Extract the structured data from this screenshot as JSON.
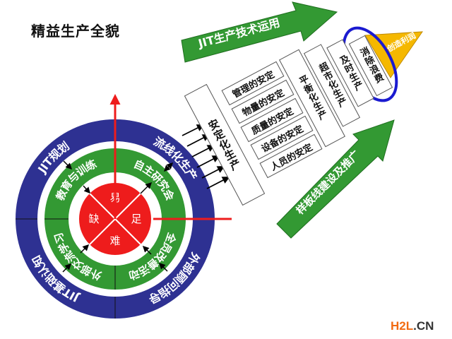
{
  "title": "精益生产全貌",
  "circle": {
    "outer_ring": [
      "JIT规划",
      "流线化生产",
      "外部顾问指导",
      "JIT基础认知"
    ],
    "inner_ring": [
      "教育与训练",
      "自主研究会",
      "全员改善活动",
      "外部交流学习"
    ],
    "core": {
      "top": "易",
      "right": "足",
      "bottom": "难",
      "left": "缺"
    }
  },
  "arrows": {
    "top": "JIT生产技术运用",
    "bottom": "样板线建设及推广"
  },
  "stages": {
    "stabilization": "安定化生产",
    "stabilization_items": [
      "管理的安定",
      "物量的安定",
      "质量的安定",
      "设备的安定",
      "人员的安定"
    ],
    "balanced": "平衡化生产",
    "supermarket": "超市化生产",
    "jit": "及时生产",
    "eliminate_waste": "消除浪费",
    "goal": "创造利润"
  },
  "watermark": {
    "brand": "H2L",
    "suffix": ".CN"
  },
  "colors": {
    "blue": "#2e3192",
    "green": "#339933",
    "red": "#ee1c1c",
    "yellow": "#f5b800",
    "ellipse": "#1a1ad0"
  }
}
